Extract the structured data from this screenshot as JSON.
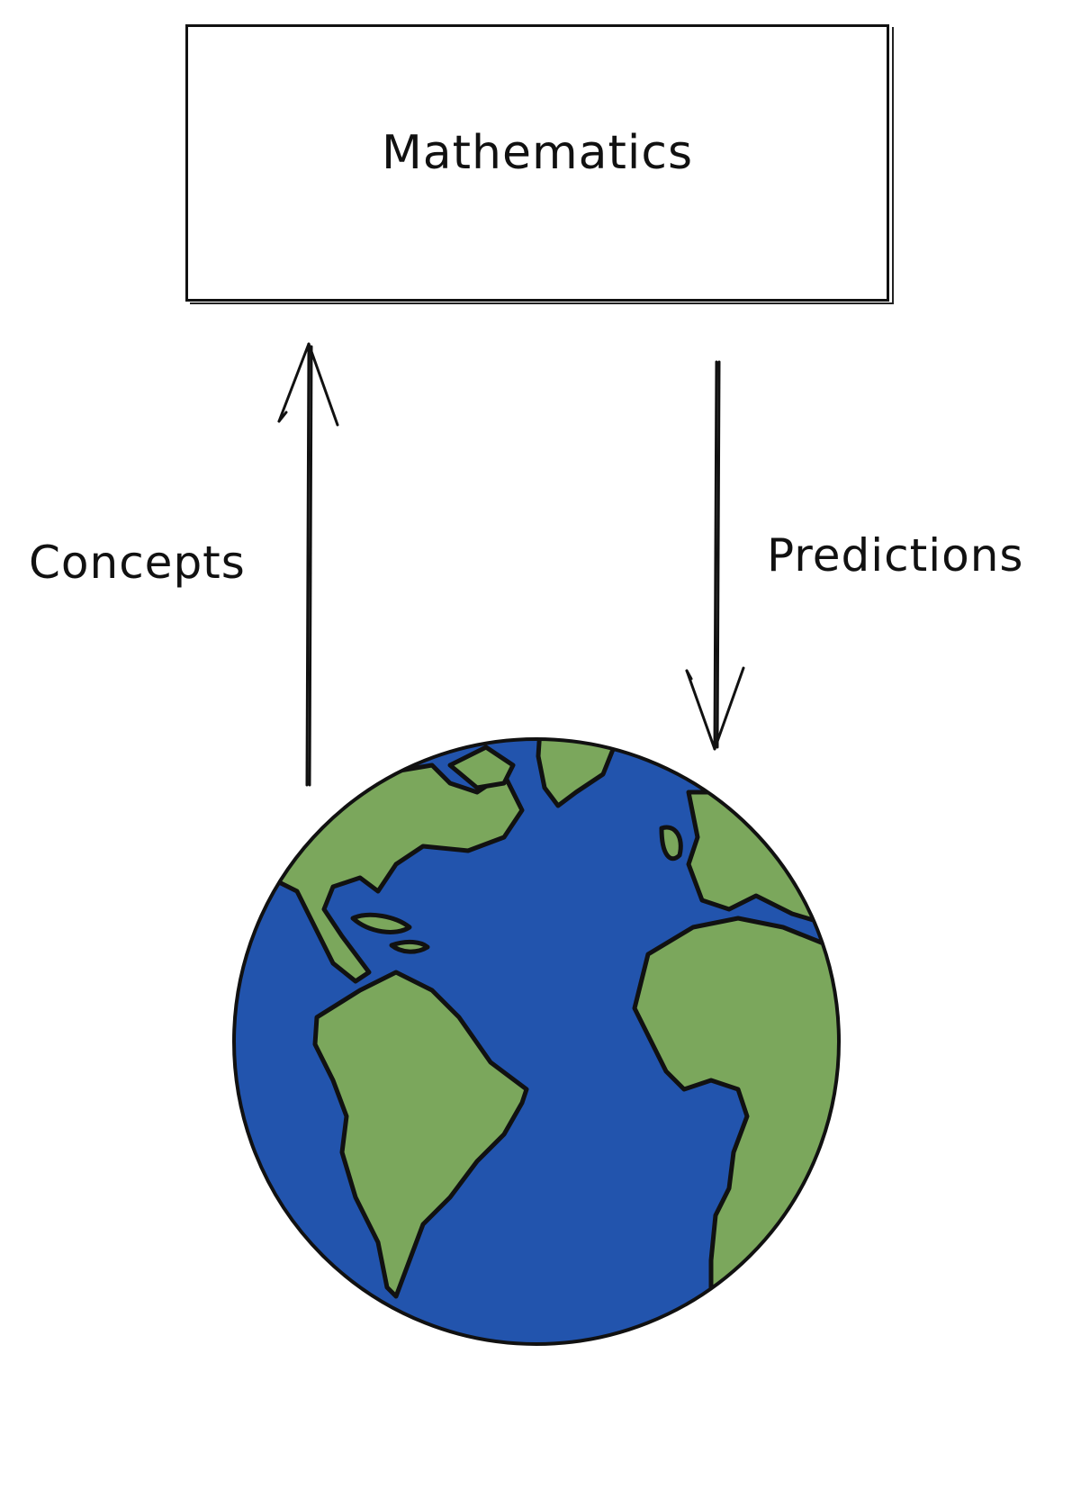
{
  "diagram": {
    "box_label": "Mathematics",
    "edges": {
      "up_label": "Concepts",
      "down_label": "Predictions"
    },
    "icons": [
      "earth-globe-icon",
      "up-arrow-icon",
      "down-arrow-icon"
    ],
    "colors": {
      "ocean": "#2254ad",
      "land": "#7ba75c",
      "ink": "#111111",
      "background": "#ffffff"
    }
  }
}
